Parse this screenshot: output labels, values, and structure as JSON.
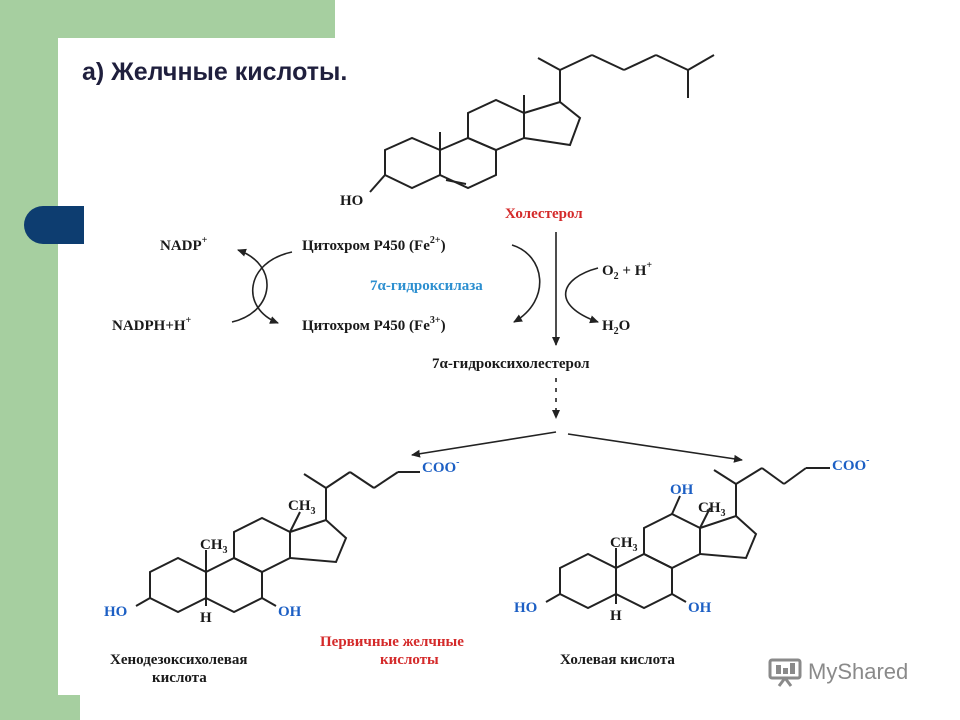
{
  "slide": {
    "title": "а) Желчные кислоты."
  },
  "scheme": {
    "cholesterol_label": "Холестерол",
    "enzyme_label": "7α-гидроксилаза",
    "product_label": "7α-гидроксихолестерол",
    "primary_acids_label_line1": "Первичные желчные",
    "primary_acids_label_line2": "кислоты",
    "cofactors": {
      "nadp": "NADP",
      "nadp_sup": "+",
      "nadph": "NADPH+H",
      "nadph_sup": "+",
      "cyt_fe2_a": "Цитохром P450  (Fe",
      "cyt_fe2_sup": "2+",
      "cyt_fe2_b": ")",
      "cyt_fe3_a": "Цитохром P450  (Fe",
      "cyt_fe3_sup": "3+",
      "cyt_fe3_b": ")",
      "o2": "O",
      "o2_sub": "2",
      "o2_b": " + H",
      "o2_sup": "+",
      "h2o_a": "H",
      "h2o_sub": "2",
      "h2o_b": "O"
    },
    "cholesterol_atoms": {
      "ho": "HO"
    },
    "left_acid": {
      "name_line1": "Хенодезоксихолевая",
      "name_line2": "кислота",
      "coo": "COO",
      "coo_sup": "-",
      "ch3_top": "CH",
      "ch3_top_sub": "3",
      "ch3_mid": "CH",
      "ch3_mid_sub": "3",
      "ho": "HO",
      "oh": "OH",
      "h": "H"
    },
    "right_acid": {
      "name": "Холевая кислота",
      "coo": "COO",
      "coo_sup": "-",
      "oh_top": "OH",
      "ch3_top": "CH",
      "ch3_top_sub": "3",
      "ch3_mid": "CH",
      "ch3_mid_sub": "3",
      "ho": "HO",
      "oh": "OH",
      "h": "H"
    }
  },
  "watermark": {
    "text": "MyShared",
    "icon": "presentation-board-icon"
  },
  "colors": {
    "accent_green": "#a6cfa0",
    "accent_navy": "#0d3d70",
    "label_red": "#d42a2a",
    "label_blue": "#2c8fd0",
    "atom_blue": "#1c5fc4"
  }
}
